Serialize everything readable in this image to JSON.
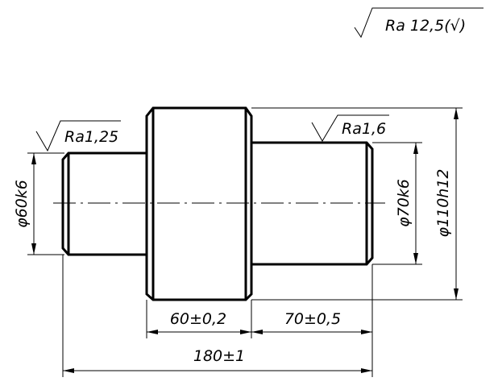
{
  "general_roughness": {
    "label": "Ra 12,5(√)"
  },
  "surface_roughness": [
    {
      "id": "left-journal",
      "label": "Ra1,25"
    },
    {
      "id": "right-journal",
      "label": "Ra1,6"
    }
  ],
  "diameters": [
    {
      "id": "left-journal",
      "label": "φ60k6"
    },
    {
      "id": "right-journal",
      "label": "φ70k6"
    },
    {
      "id": "collar",
      "label": "φ110h12"
    }
  ],
  "lengths": [
    {
      "id": "collar",
      "label": "60±0,2"
    },
    {
      "id": "right-journal",
      "label": "70±0,5"
    },
    {
      "id": "overall",
      "label": "180±1"
    }
  ]
}
